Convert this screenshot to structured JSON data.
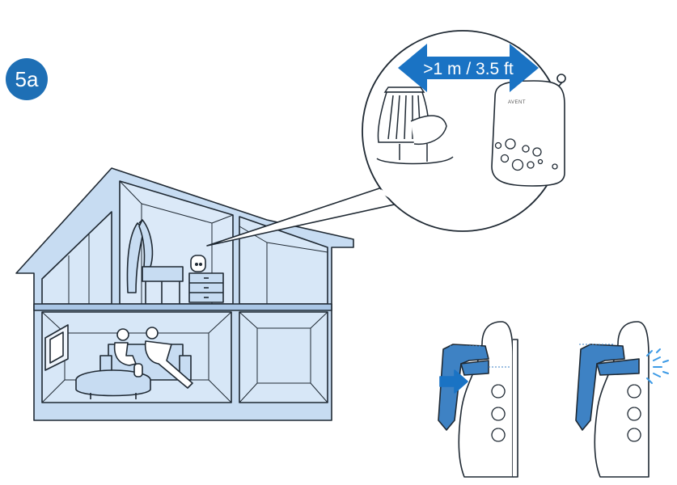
{
  "step": {
    "label": "5a"
  },
  "callout": {
    "distance_label": ">1 m / 3.5 ft"
  },
  "parent_unit": {
    "brand_text": "AVENT"
  },
  "icons": {
    "step_badge": "step-badge-icon",
    "house": "house-cutaway-illustration",
    "baby_unit": "baby-unit-icon",
    "parent_unit": "parent-unit-icon",
    "cot": "baby-cot-icon",
    "arrow": "distance-arrow-icon",
    "clip": "belt-clip-icon",
    "release": "release-burst-icon"
  },
  "colors": {
    "accent_blue": "#1e6fb5",
    "arrow_blue": "#1a73c4",
    "wall_blue": "#c7dcf2",
    "outline": "#1f2933",
    "clip_blue": "#3e82c4"
  }
}
